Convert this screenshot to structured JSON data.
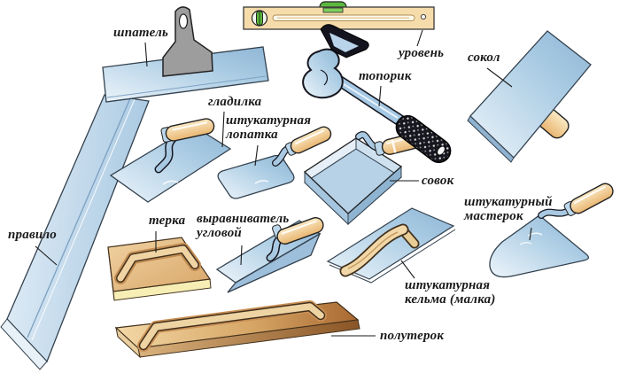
{
  "tools": {
    "shpatel": {
      "label": "шпатель"
    },
    "uroven": {
      "label": "уровень"
    },
    "toporik": {
      "label": "топорик"
    },
    "sokol": {
      "label": "сокол"
    },
    "gladilka": {
      "label": "гладилка"
    },
    "shtukaturnaya_lopatka": {
      "label_line1": "штукатурная",
      "label_line2": "лопатка"
    },
    "sovok": {
      "label": "совок"
    },
    "pravilo": {
      "label": "правило"
    },
    "terka": {
      "label": "терка"
    },
    "vyravnivatel_uglovoy": {
      "label_line1": "выравниватель",
      "label_line2": "угловой"
    },
    "shtukaturny_masterok": {
      "label_line1": "штукатурный",
      "label_line2": "мастерок"
    },
    "shtukaturnaya_kelma": {
      "label_line1": "штукатурная",
      "label_line2": "кельма (малка)"
    },
    "poluterok": {
      "label": "полутерок"
    }
  },
  "colors": {
    "background": "#ffffff",
    "label_color": "#1a1a1a",
    "tool_blue": "#a3c6e0",
    "tool_blue_light": "#e9f2f9",
    "wood_light": "#fae9c4",
    "wood_mid": "#e9b671",
    "wood_dark": "#a96931",
    "metal_gray": "#9d9d9d",
    "vial_green": "#5cb83e",
    "dark_metal": "#14141f",
    "level_body": "#f6dcab"
  }
}
